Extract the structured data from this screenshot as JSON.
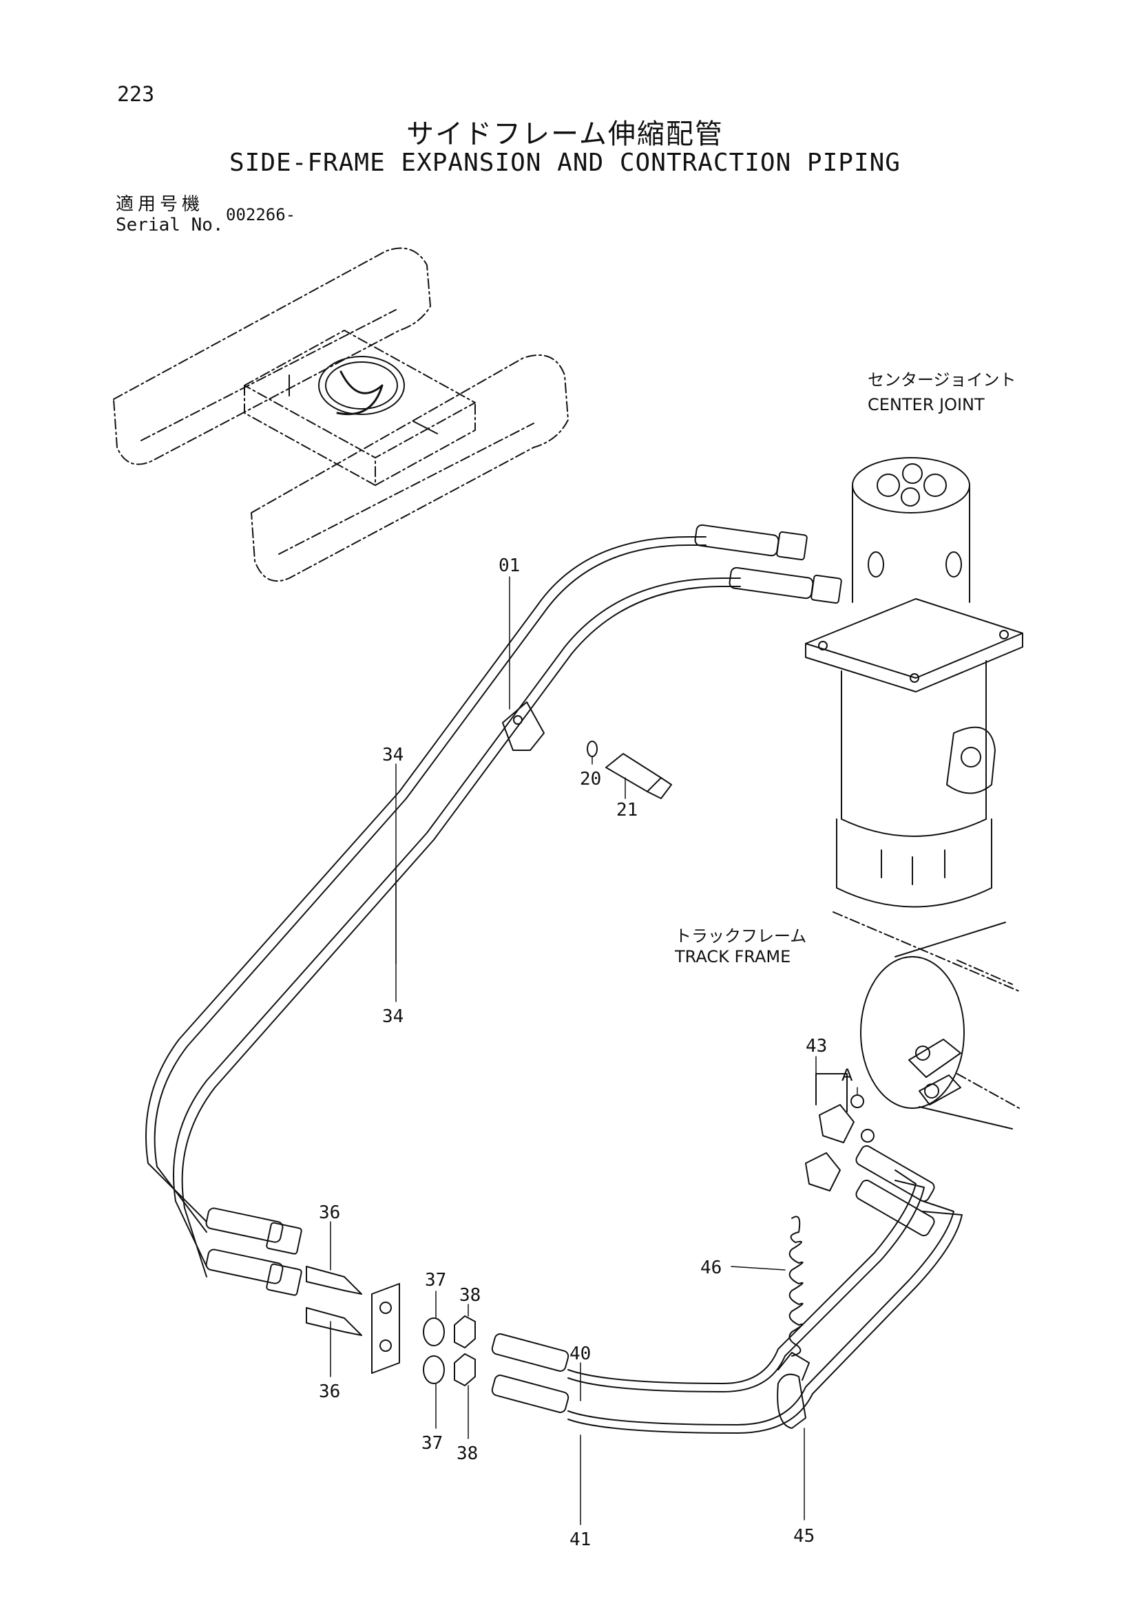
{
  "header": {
    "page_number": "223",
    "title_jp": "サイドフレーム伸縮配管",
    "title_en": "SIDE-FRAME EXPANSION AND CONTRACTION PIPING",
    "serial_label_jp": "適用号機",
    "serial_label_en": "Serial No.",
    "serial_value": "002266-"
  },
  "callouts": {
    "center_joint_jp": "センタージョイント",
    "center_joint_en": "CENTER JOINT",
    "track_frame_jp": "トラックフレーム",
    "track_frame_en": "TRACK FRAME",
    "detail_a": "A"
  },
  "part_numbers": {
    "p01": "01",
    "p20": "20",
    "p21": "21",
    "p34_upper": "34",
    "p34_lower": "34",
    "p36_upper": "36",
    "p36_lower": "36",
    "p37_upper": "37",
    "p37_lower": "37",
    "p38_upper": "38",
    "p38_lower": "38",
    "p40": "40",
    "p41": "41",
    "p43": "43",
    "p45": "45",
    "p46": "46"
  }
}
